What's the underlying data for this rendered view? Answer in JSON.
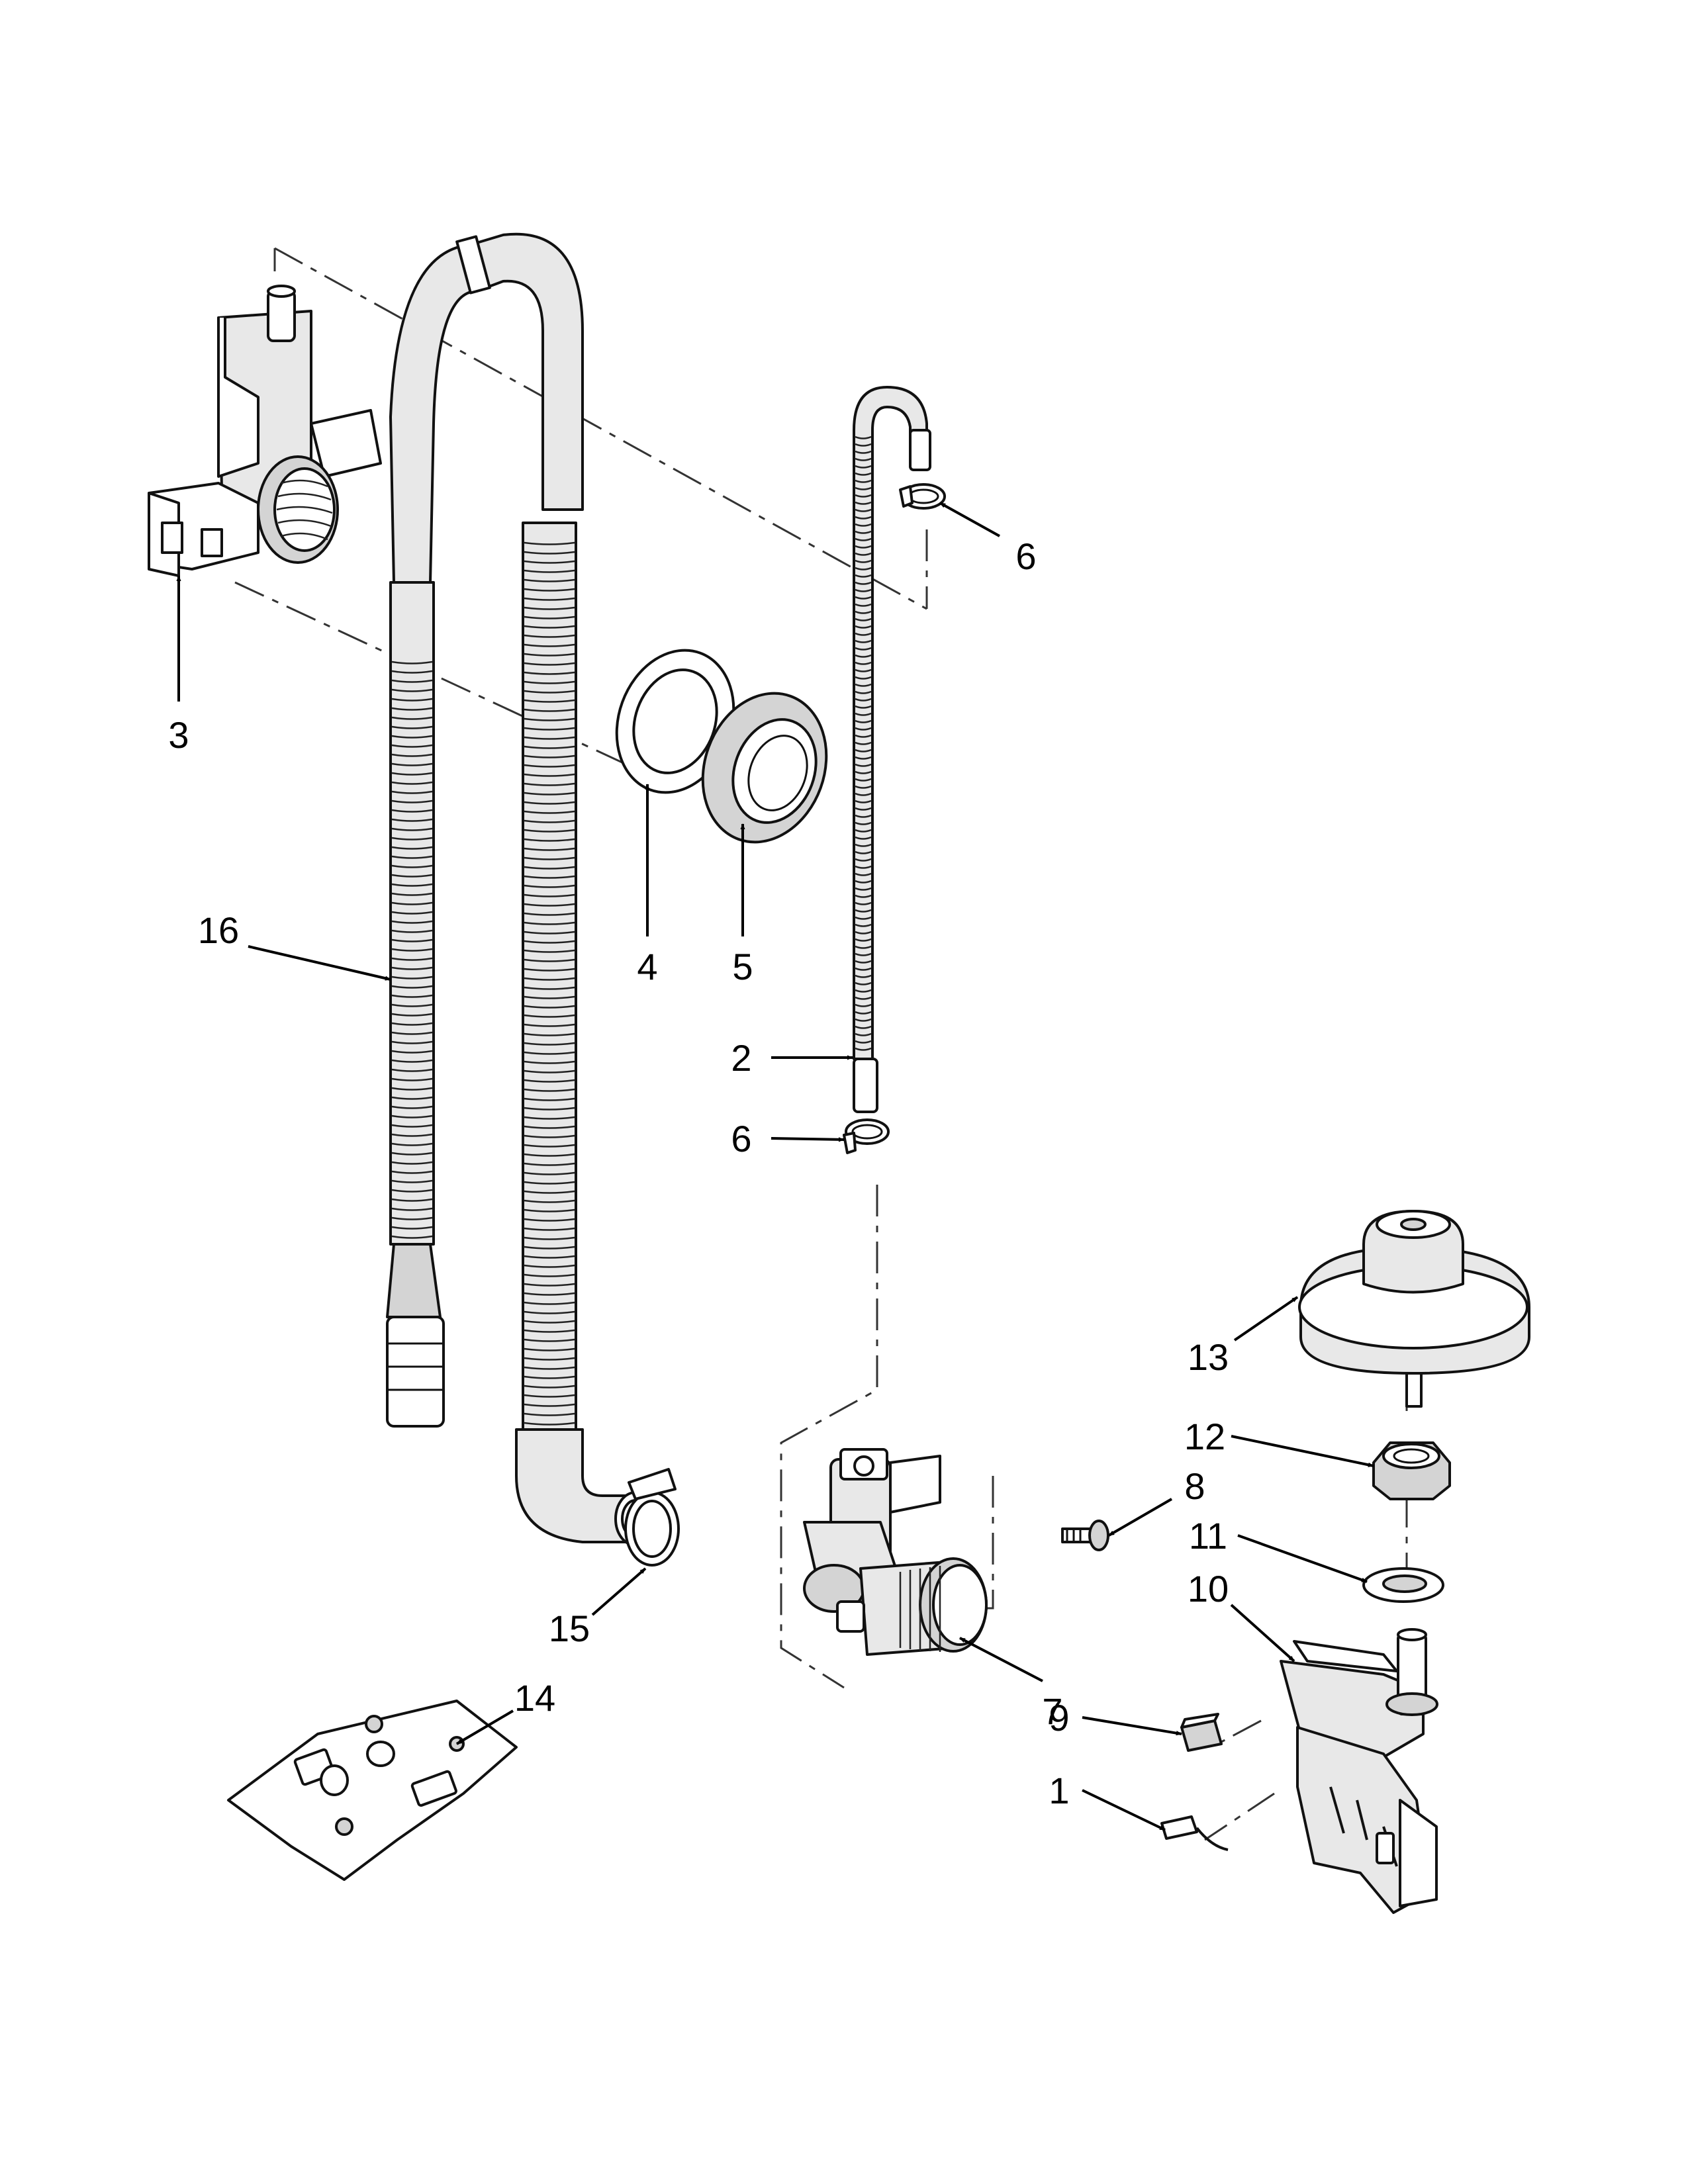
{
  "callouts": [
    {
      "id": "1",
      "label": "1"
    },
    {
      "id": "2",
      "label": "2"
    },
    {
      "id": "3",
      "label": "3"
    },
    {
      "id": "4",
      "label": "4"
    },
    {
      "id": "5",
      "label": "5"
    },
    {
      "id": "6a",
      "label": "6"
    },
    {
      "id": "6b",
      "label": "6"
    },
    {
      "id": "7",
      "label": "7"
    },
    {
      "id": "8",
      "label": "8"
    },
    {
      "id": "9",
      "label": "9"
    },
    {
      "id": "10",
      "label": "10"
    },
    {
      "id": "11",
      "label": "11"
    },
    {
      "id": "12",
      "label": "12"
    },
    {
      "id": "13",
      "label": "13"
    },
    {
      "id": "14",
      "label": "14"
    },
    {
      "id": "15",
      "label": "15"
    },
    {
      "id": "16",
      "label": "16"
    }
  ],
  "colors": {
    "line": "#111111",
    "fill": "#ffffff",
    "shade": "#d4d4d4",
    "background": "#ffffff"
  }
}
